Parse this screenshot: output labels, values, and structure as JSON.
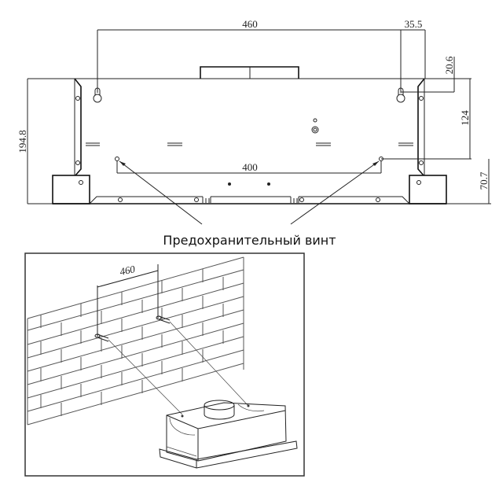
{
  "top_drawing": {
    "dimensions": {
      "keyhole_spacing": "460",
      "keyhole_offset_right": "35.5",
      "keyhole_offset_top": "20.6",
      "total_height": "194.8",
      "upper_height": "124",
      "lower_height": "70.7",
      "screw_spacing": "400"
    }
  },
  "caption": "Предохранительный винт",
  "bottom_drawing": {
    "dimension": "460"
  }
}
